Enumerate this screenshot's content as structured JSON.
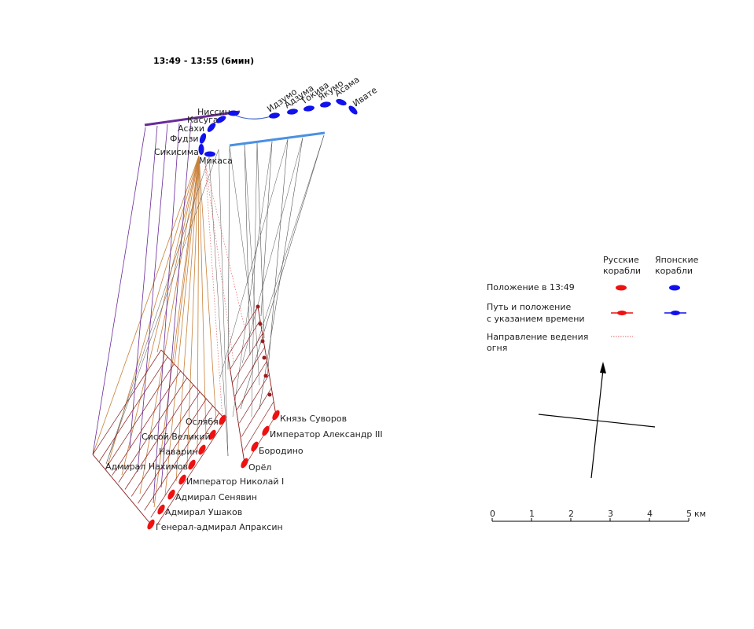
{
  "title": "13:49 - 13:55 (6мин)",
  "colors": {
    "russian": "#ee1111",
    "japanese": "#1111ee",
    "fire_orange": "#c8803a",
    "fire_purple": "#6a2a9a",
    "fire_gray": "#555555",
    "fire_red_dotted": "#e06060",
    "track": "#8b1a1a"
  },
  "japanese_ships": [
    "Ниссин",
    "Касуга",
    "Асахи",
    "Фудзи",
    "Сикисима",
    "Микаса",
    "Идзумо",
    "Адзума",
    "Токива",
    "Якумо",
    "Асама",
    "Ивате"
  ],
  "russian_ships": [
    "Князь Суворов",
    "Император Александр III",
    "Бородино",
    "Орёл",
    "Ослябя",
    "Сисой Великий",
    "Наварин",
    "Адмирал Нахимов",
    "Император Николай I",
    "Адмирал Сенявин",
    "Адмирал Ушаков",
    "Генерал-адмирал Апраксин"
  ],
  "legend": {
    "col_russian": [
      "Русские",
      "корабли"
    ],
    "col_japanese": [
      "Японские",
      "корабли"
    ],
    "row_position": "Положение в 13:49",
    "row_track": [
      "Путь и положение",
      "с указанием времени"
    ],
    "row_fire": [
      "Направление ведения",
      "огня"
    ]
  },
  "scale": {
    "ticks": [
      "0",
      "1",
      "2",
      "3",
      "4",
      "5"
    ],
    "unit": "км"
  }
}
